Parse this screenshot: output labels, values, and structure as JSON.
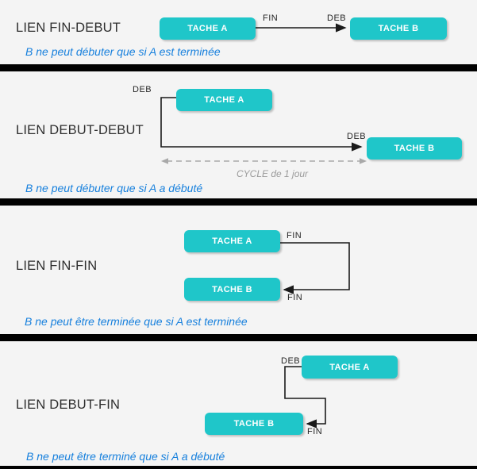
{
  "colors": {
    "background": "#f4f4f4",
    "divider": "#010101",
    "task_fill": "#1fc6c9",
    "task_text": "#ffffff",
    "title_text": "#2e2e2e",
    "caption_text": "#1780dd",
    "connector": "#1a1a1a",
    "cycle_gray": "#a9a9a9"
  },
  "sections": [
    {
      "title": "LIEN FIN-DEBUT",
      "task_a": "TACHE A",
      "task_b": "TACHE B",
      "labels": {
        "from": "FIN",
        "to": "DEB"
      },
      "caption": "B ne peut débuter que si A est terminée"
    },
    {
      "title": "LIEN DEBUT-DEBUT",
      "task_a": "TACHE A",
      "task_b": "TACHE B",
      "labels": {
        "from": "DEB",
        "to": "DEB"
      },
      "cycle_note": "CYCLE de 1 jour",
      "caption": "B ne peut débuter que si A a débuté"
    },
    {
      "title": "LIEN FIN-FIN",
      "task_a": "TACHE A",
      "task_b": "TACHE B",
      "labels": {
        "from": "FIN",
        "to": "FIN"
      },
      "caption": "B ne peut être terminée que si A est terminée"
    },
    {
      "title": "LIEN DEBUT-FIN",
      "task_a": "TACHE A",
      "task_b": "TACHE B",
      "labels": {
        "from": "DEB",
        "to": "FIN"
      },
      "caption": "B ne peut être terminé que si A a débuté"
    }
  ]
}
